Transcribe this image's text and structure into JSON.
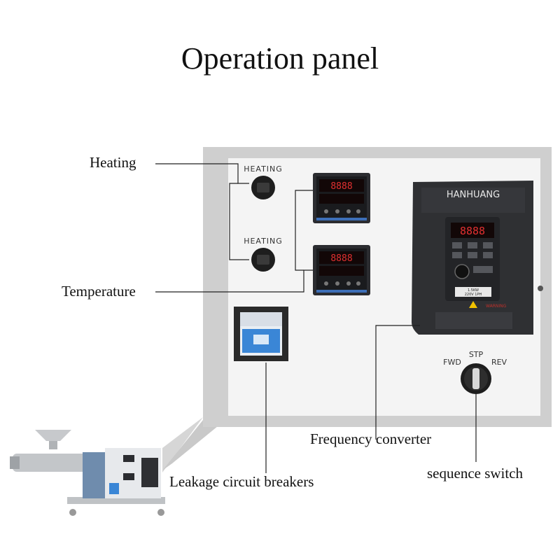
{
  "title": "Operation panel",
  "callouts": {
    "heating": "Heating",
    "temperature": "Temperature",
    "frequency_converter": "Frequency converter",
    "leakage": "Leakage circuit breakers",
    "sequence_switch": "sequence switch"
  },
  "panel": {
    "heating_label_1": "HEATING",
    "heating_label_2": "HEATING",
    "vfd_brand": "HANHUANG",
    "vfd_display": "8888",
    "vfd_spec_1": "1.5KW",
    "vfd_spec_2": "220V 1PH",
    "vfd_warning": "WARNING",
    "temp_display_top": "8888",
    "temp_display_bottom": "8888",
    "switch_fwd": "FWD",
    "switch_stp": "STP",
    "switch_rev": "REV"
  },
  "colors": {
    "panel_frame": "#cfcfcf",
    "panel_face": "#f4f4f4",
    "vfd_body": "#2f3033",
    "display_red": "#e23030",
    "warning_red": "#c0302b"
  }
}
